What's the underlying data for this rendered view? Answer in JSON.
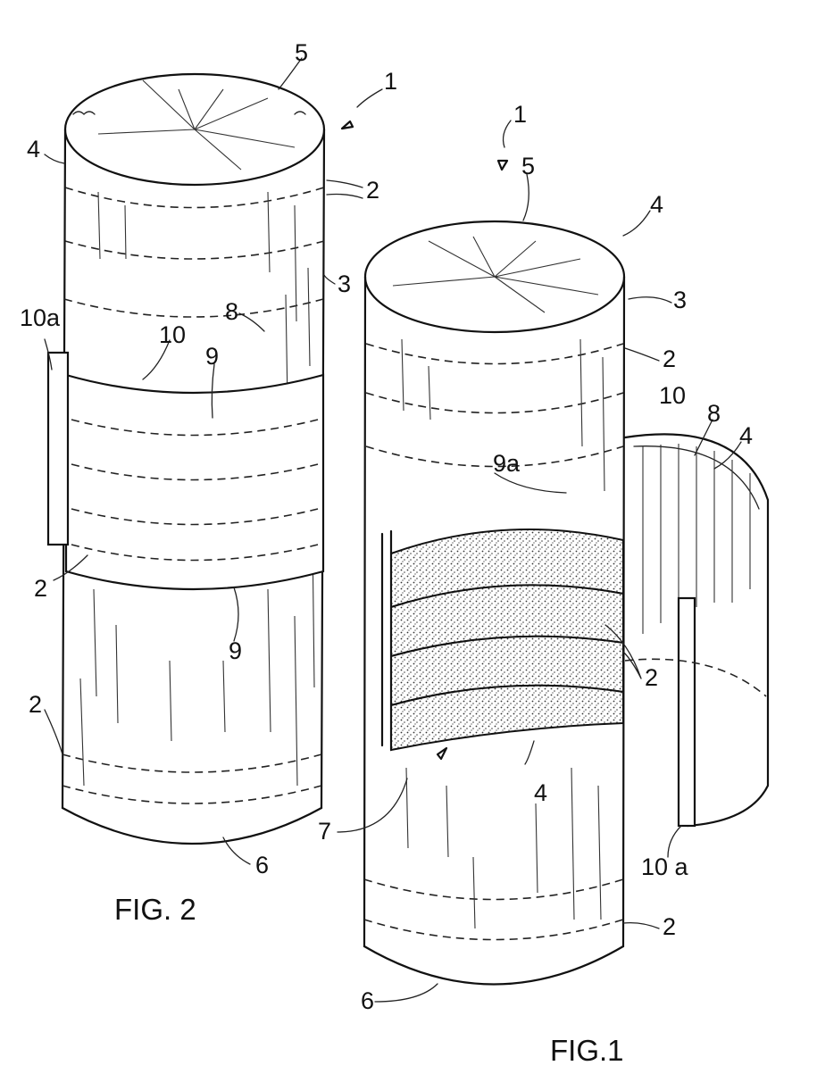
{
  "figures": [
    {
      "caption": "FIG. 2",
      "refs": {
        "r1": "1",
        "r5": "5",
        "r4": "4",
        "r2a": "2",
        "r3": "3",
        "r8": "8",
        "r10a": "10a",
        "r10": "10",
        "r9a": "9",
        "r2b": "2",
        "r9b": "9",
        "r2c": "2",
        "r6": "6"
      }
    },
    {
      "caption": "FIG.1",
      "refs": {
        "r1": "1",
        "r5": "5",
        "r4a": "4",
        "r3": "3",
        "r2a": "2",
        "r10": "10",
        "r8": "8",
        "r4b": "4",
        "r9a": "9a",
        "r2b": "2",
        "r4c": "4",
        "r7": "7",
        "r10a": "10 a",
        "r2c": "2",
        "r6": "6"
      }
    }
  ],
  "colors": {
    "ink": "#111111",
    "paper": "#ffffff"
  }
}
